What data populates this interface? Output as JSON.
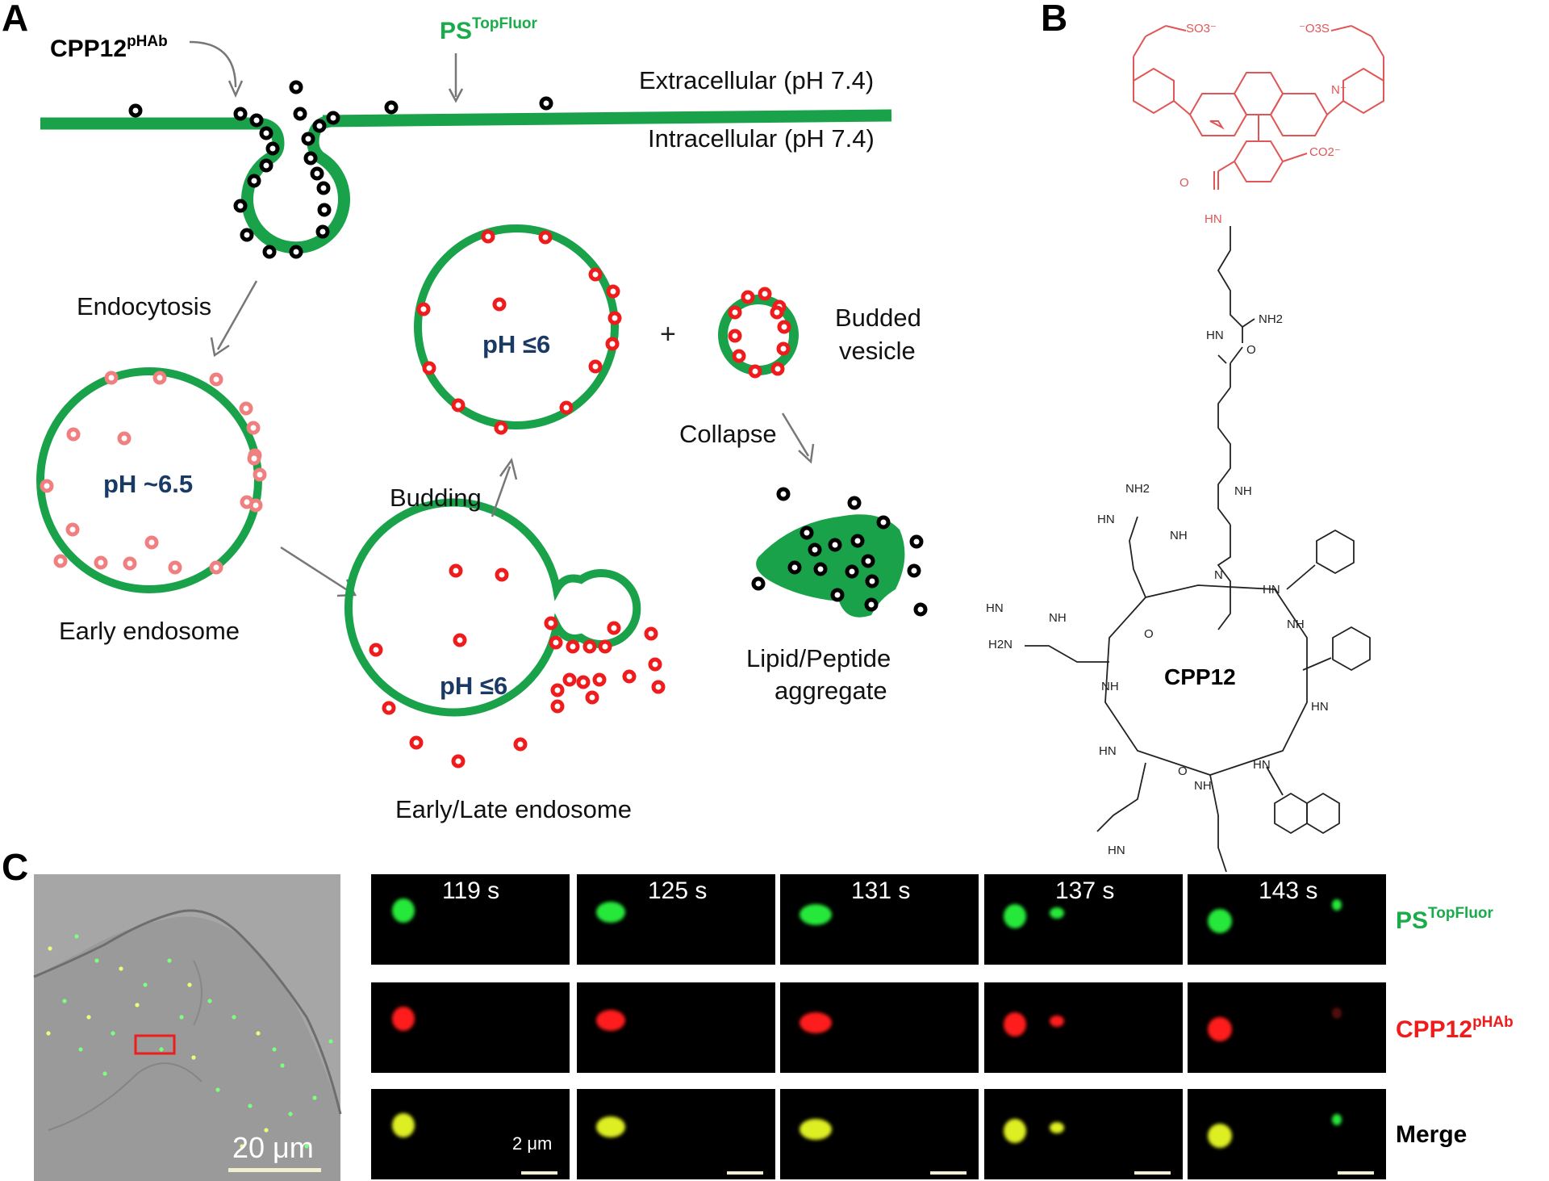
{
  "panels": {
    "a": "A",
    "b": "B",
    "c": "C"
  },
  "colors": {
    "membrane": "#1aa24a",
    "peptide_neutral": "#000000",
    "peptide_fluor": "#ee1c1c",
    "peptide_pale": "#f08080",
    "ph_text": "#1a3a66",
    "chem_red": "#e05555"
  },
  "panelA": {
    "cpp_label": "CPP12",
    "cpp_sup": "pHAb",
    "ps_label": "PS",
    "ps_sup": "TopFluor",
    "extracellular": "Extracellular (pH 7.4)",
    "intracellular": "Intracellular (pH 7.4)",
    "endocytosis": "Endocytosis",
    "early_ph": "pH ~6.5",
    "early_label": "Early endosome",
    "budding": "Budding",
    "late_ph": "pH ≤6",
    "late_label": "Early/Late endosome",
    "budded_ph": "pH ≤6",
    "plus": "+",
    "vesicle_l1": "Budded",
    "vesicle_l2": "vesicle",
    "collapse": "Collapse",
    "agg_l1": "Lipid/Peptide",
    "agg_l2": "aggregate"
  },
  "panelB": {
    "so3_left": "SO3⁻",
    "so3_right": "⁻O3S",
    "n_plus": "N⁺",
    "co2": "CO2⁻",
    "hn": "HN",
    "nh2": "NH2",
    "nh": "NH",
    "h2n": "H2N",
    "n": "N",
    "o": "O",
    "cpp12": "CPP12"
  },
  "panelC": {
    "times": [
      "119 s",
      "125 s",
      "131 s",
      "137 s",
      "143 s"
    ],
    "scalebar_main": "20 μm",
    "scalebar_small": "2 μm",
    "row_ps": "PS",
    "row_ps_sup": "TopFluor",
    "row_cpp": "CPP12",
    "row_cpp_sup": "pHAb",
    "row_merge": "Merge"
  }
}
